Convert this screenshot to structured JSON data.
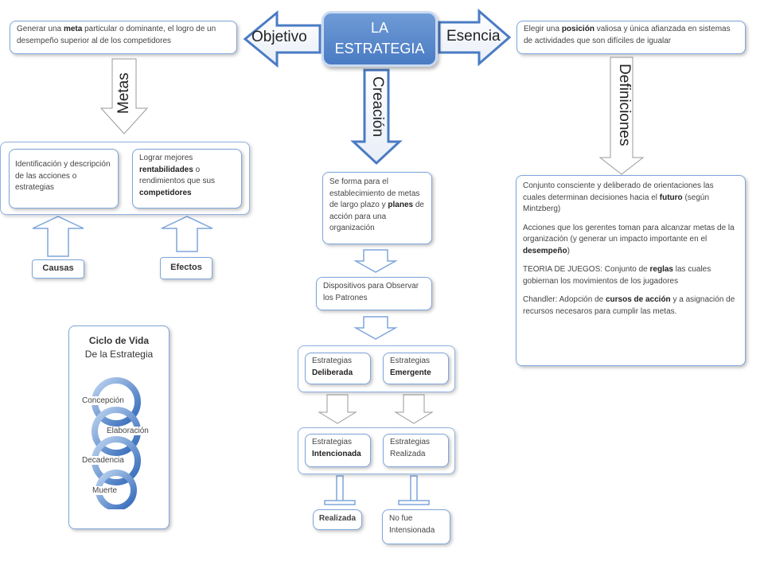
{
  "title": {
    "line1": "LA",
    "line2": "ESTRATEGIA"
  },
  "arrows": {
    "objetivo": "Objetivo",
    "esencia": "Esencia",
    "metas": "Metas",
    "creacion": "Creación",
    "definiciones": "Definiciones"
  },
  "objetivo_box": {
    "pre": "Generar una ",
    "bold": "meta",
    "post": " particular o dominante,  el logro de un desempeño superior al de los competidores"
  },
  "esencia_box": {
    "pre": "Elegir una ",
    "bold": "posición",
    "post": "  valiosa y única afianzada  en sistemas  de actividades que son difíciles de igualar"
  },
  "metas_group": {
    "left": "Identificación y descripción de las acciones o estrategias",
    "right_pre": "Lograr mejores ",
    "right_b1": "rentabilidades",
    "right_mid": " o rendimientos que sus ",
    "right_b2": "competidores"
  },
  "causas": "Causas",
  "efectos": "Efectos",
  "ciclo": {
    "title": "Ciclo de Vida",
    "subtitle": "De la Estrategia",
    "stages": [
      "Concepción",
      "Elaboración",
      "Decadencia",
      "Muerte"
    ]
  },
  "creacion_box": {
    "pre": "Se forma para el establecimiento de metas de largo plazo y ",
    "bold": "planes",
    "post": " de acción para una organización"
  },
  "dispositivos": "Dispositivos para Observar los Patrones",
  "deliberada": {
    "l1": "Estrategias",
    "l2": "Deliberada"
  },
  "emergente": {
    "l1": "Estrategias",
    "l2": "Emergente"
  },
  "intencionada": {
    "l1": "Estrategias",
    "l2": "Intencionada"
  },
  "realizada_box": {
    "l1": "Estrategias",
    "l2": "Realizada"
  },
  "realizada": "Realizada",
  "no_fue": "No fue Intensionada",
  "definiciones": {
    "p1_pre": "Conjunto  consciente  y  deliberado de orientaciones las cuales determinan decisiones hacia el ",
    "p1_bold": "futuro",
    "p1_post": " (según Mintzberg)",
    "p2_pre": "Acciones que los  gerentes toman  para alcanzar metas de la organización  (y generar un impacto importante en el ",
    "p2_bold": "desempeño",
    "p2_post": ")",
    "p3_pre": "TEORIA DE JUEGOS:  Conjunto de ",
    "p3_bold": "reglas",
    "p3_post": " las cuales gobiernan los movimientos  de los jugadores",
    "p4_pre": "Chandler: Adopción de ",
    "p4_bold": "cursos de acción",
    "p4_post": "  y a asignación  de recursos necesaros para cumplir las metas."
  },
  "colors": {
    "accent": "#4a7bc3",
    "border": "#7ea6dc"
  }
}
